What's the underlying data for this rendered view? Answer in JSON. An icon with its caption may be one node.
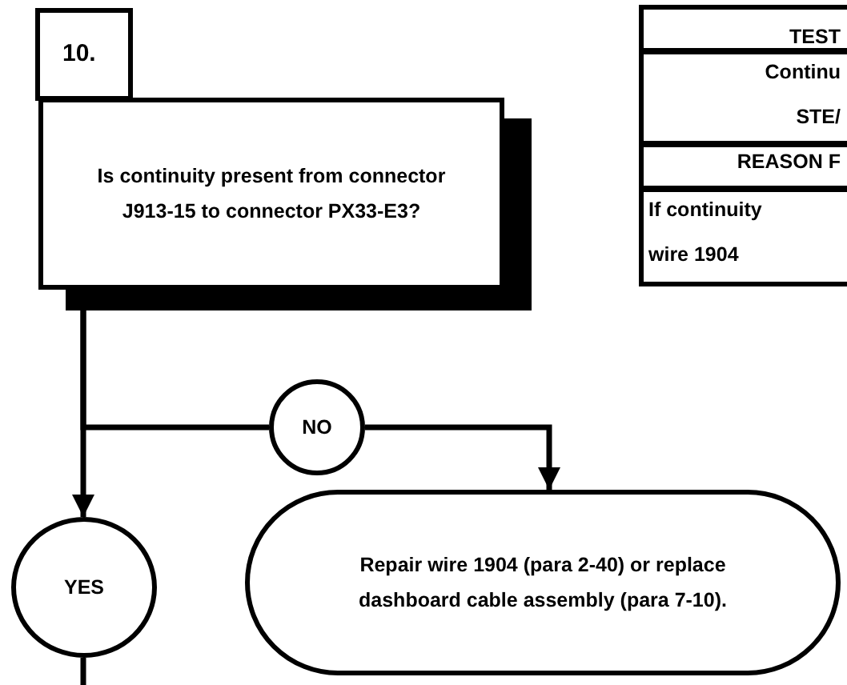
{
  "diagram": {
    "nodes": [
      {
        "text": [
          "10."
        ]
      },
      {
        "text": [
          "Is continuity present from connector J913-15 to connector PX33-E3?"
        ]
      },
      {
        "text": [
          "NO"
        ]
      },
      {
        "text": [
          "YES"
        ]
      },
      {
        "text": [
          "Repair wire 1904 (para 2-40) or replace dashboard cable assembly (para 7-10)."
        ]
      }
    ],
    "edges": [
      {
        "from": 1,
        "to": 3,
        "arrow": "to"
      },
      {
        "from": 1,
        "to": 2,
        "arrow": "none"
      },
      {
        "from": 2,
        "to": 4,
        "arrow": "to"
      },
      {
        "from": 3,
        "to": null,
        "arrow": "none"
      }
    ],
    "labels": [
      "TEST",
      "Continu",
      "STE/",
      "REASON F",
      "If continuity",
      "wire 1904"
    ]
  }
}
